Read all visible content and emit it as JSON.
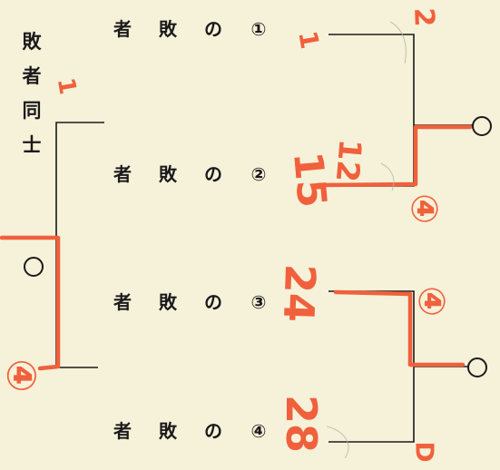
{
  "colors": {
    "paper": "#f6f1d9",
    "ink": "#1a1a1a",
    "pen": "#f0603c"
  },
  "labels": [
    {
      "num": "①",
      "no": "の",
      "c1": "敗",
      "c2": "者"
    },
    {
      "num": "②",
      "no": "の",
      "c1": "敗",
      "c2": "者"
    },
    {
      "num": "③",
      "no": "の",
      "c1": "敗",
      "c2": "者"
    },
    {
      "num": "④",
      "no": "の",
      "c1": "敗",
      "c2": "者"
    }
  ],
  "losers_label": {
    "c1": "敗",
    "c2": "者",
    "c3": "同",
    "c4": "士"
  },
  "handwritten": {
    "m1": "2",
    "m2": "1",
    "m3": "12",
    "m4": "15",
    "m5": "④",
    "m6": "24",
    "m7": "④",
    "m8": "28",
    "m9": "D",
    "m10": "④",
    "m11": "1"
  }
}
